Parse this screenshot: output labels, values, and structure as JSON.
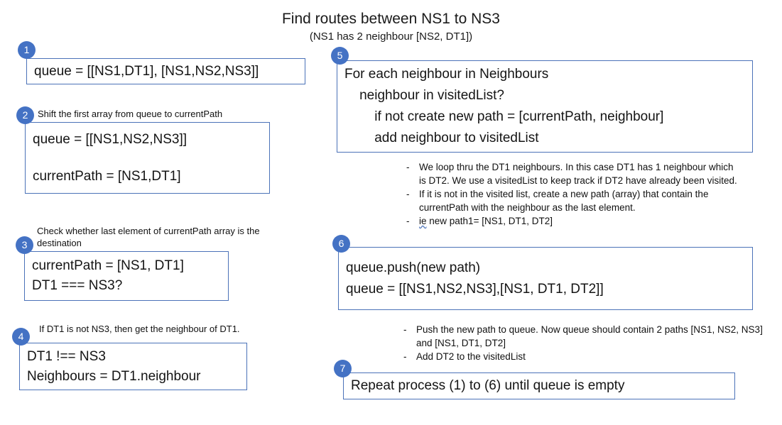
{
  "title": {
    "main": "Find routes between NS1 to NS3",
    "sub": "(NS1 has 2 neighbour [NS2, DT1])"
  },
  "colors": {
    "badge": "#4472C4",
    "box_border": "#4B72B8",
    "text": "#141414",
    "spellcheck_underline": "#5B7FBF"
  },
  "steps": [
    {
      "number": "1",
      "caption": "",
      "lines": [
        "queue = [[NS1,DT1], [NS1,NS2,NS3]]"
      ]
    },
    {
      "number": "2",
      "caption": "Shift the first array from queue to currentPath",
      "lines": [
        "queue = [[NS1,NS2,NS3]]",
        "",
        "currentPath = [NS1,DT1]"
      ]
    },
    {
      "number": "3",
      "caption": "Check whether last element of currentPath array is the destination",
      "lines": [
        "currentPath = [NS1, DT1]",
        "DT1 === NS3?"
      ]
    },
    {
      "number": "4",
      "caption": "If DT1 is not NS3, then get the neighbour of DT1.",
      "lines": [
        "DT1 !== NS3",
        "Neighbours = DT1.neighbour"
      ]
    },
    {
      "number": "5",
      "caption": "",
      "lines": [
        "For each neighbour in Neighbours",
        "    neighbour in visitedList?",
        "        if not create new path = [currentPath, neighbour]",
        "        add neighbour to visitedList"
      ]
    },
    {
      "number": "6",
      "caption": "",
      "lines": [
        "queue.push(new path)",
        "queue = [[NS1,NS2,NS3],[NS1, DT1, DT2]]"
      ]
    },
    {
      "number": "7",
      "caption": "",
      "lines": [
        "Repeat process (1) to (6) until queue is empty"
      ]
    }
  ],
  "notes_after_step5": {
    "dash": "-",
    "items": [
      {
        "pre": "",
        "spell": "",
        "text": "We loop thru the DT1 neighbours. In this case DT1 has 1 neighbour which is DT2. We use a visitedList to keep track if DT2 have already been visited."
      },
      {
        "pre": "",
        "spell": "",
        "text": "If it is not in the visited list, create a new path (array) that contain the currentPath with the neighbour as the last element."
      },
      {
        "pre": "",
        "spell": "ie",
        "text": " new path1= [NS1, DT1, DT2]"
      }
    ]
  },
  "notes_after_step6": {
    "dash": "-",
    "items": [
      {
        "pre": "",
        "spell": "",
        "text": "Push the new path to queue. Now queue should contain 2 paths [NS1, NS2, NS3] and [NS1, DT1, DT2]"
      },
      {
        "pre": "",
        "spell": "",
        "text": "Add DT2 to the visitedList"
      }
    ]
  }
}
